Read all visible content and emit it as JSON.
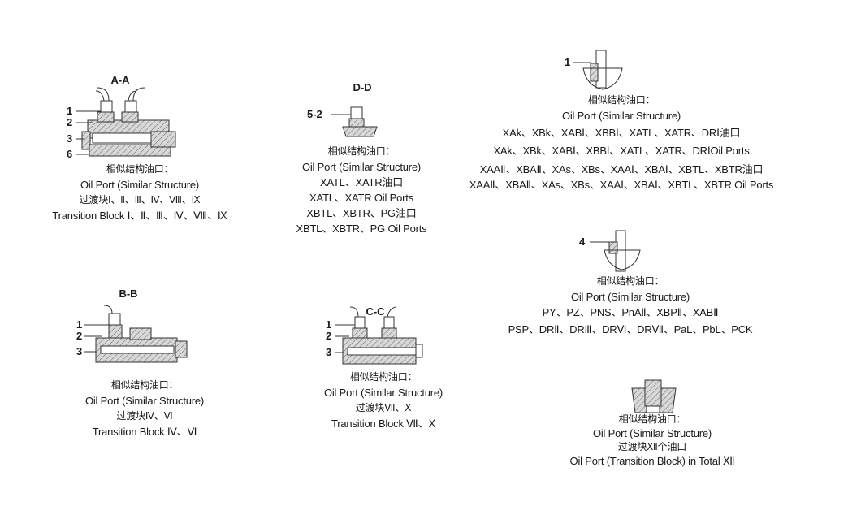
{
  "sections": {
    "aa": {
      "title": "A-A",
      "labels": [
        "1",
        "2",
        "3",
        "6"
      ],
      "lines": [
        "相似结构油口：",
        "Oil Port (Similar Structure)",
        "过渡块Ⅰ、Ⅱ、Ⅲ、Ⅳ、Ⅷ、Ⅸ",
        "Transition Block Ⅰ、Ⅱ、Ⅲ、Ⅳ、Ⅷ、Ⅸ"
      ]
    },
    "dd": {
      "title": "D-D",
      "labels": [
        "5-2"
      ],
      "lines": [
        "相似结构油口：",
        "Oil Port (Similar Structure)",
        "XATL、XATR油口",
        "XATL、XATR Oil Ports",
        "XBTL、XBTR、PG油口",
        "XBTL、XBTR、PG Oil Ports"
      ]
    },
    "port1": {
      "labels": [
        "1"
      ],
      "lines": [
        "相似结构油口：",
        "Oil Port (Similar Structure)",
        "XAk、XBk、XABⅠ、XBBⅠ、XATL、XATR、DRⅠ油口",
        "XAk、XBk、XABⅠ、XBBⅠ、XATL、XATR、DRⅠOil Ports",
        "XAAⅡ、XBAⅡ、XAs、XBs、XAAⅠ、XBAⅠ、XBTL、XBTR油口",
        "XAAⅡ、XBAⅡ、XAs、XBs、XAAⅠ、XBAⅠ、XBTL、XBTR Oil Ports"
      ]
    },
    "bb": {
      "title": "B-B",
      "labels": [
        "1",
        "2",
        "3"
      ],
      "lines": [
        "相似结构油口：",
        "Oil Port (Similar Structure)",
        "过渡块Ⅳ、Ⅵ",
        "Transition Block Ⅳ、Ⅵ"
      ]
    },
    "cc": {
      "title": "C-C",
      "labels": [
        "1",
        "2",
        "3"
      ],
      "lines": [
        "相似结构油口：",
        "Oil Port (Similar Structure)",
        "过渡块Ⅶ、Ⅹ",
        "Transition Block Ⅶ、Ⅹ"
      ]
    },
    "port4": {
      "labels": [
        "4"
      ],
      "lines": [
        "相似结构油口：",
        "Oil Port (Similar Structure)",
        "PY、PZ、PNS、PnAⅡ、XBPⅡ、XABⅡ",
        "PSP、DRⅡ、DRⅢ、DRⅥ、DRⅦ、PaL、PbL、PCK"
      ]
    },
    "plug": {
      "lines": [
        "相似结构油口：",
        "Oil Port (Similar Structure)",
        "过渡块Ⅻ个油口",
        "Oil Port (Transition Block) in Total Ⅻ"
      ]
    }
  }
}
